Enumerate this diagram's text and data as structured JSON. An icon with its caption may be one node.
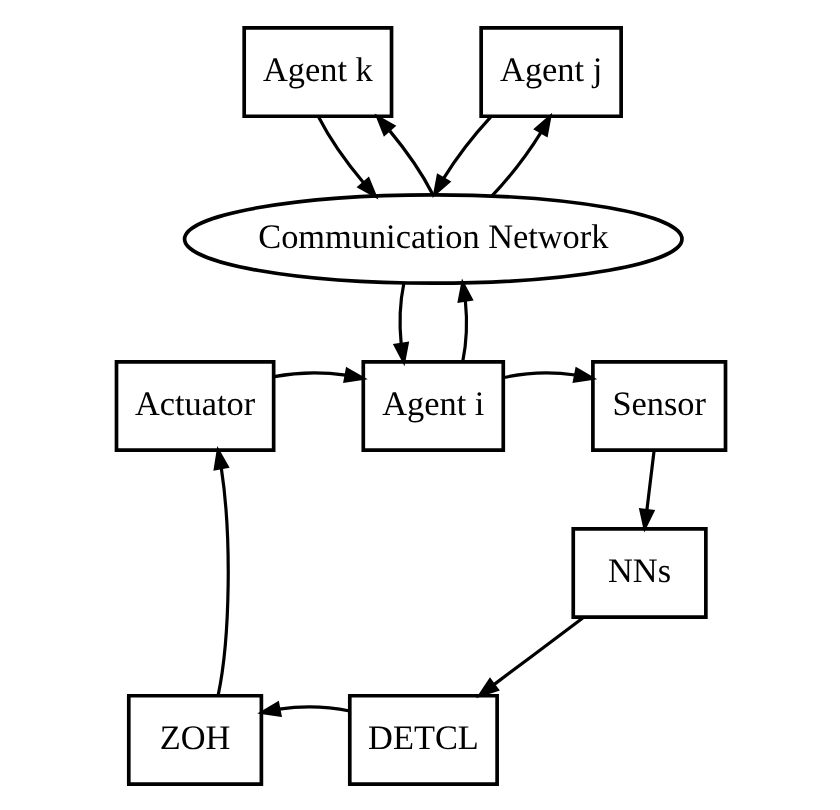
{
  "diagram": {
    "nodes": [
      {
        "text": [
          "Agent k"
        ]
      },
      {
        "text": [
          "Agent j"
        ]
      },
      {
        "text": [
          "Communication Network"
        ]
      },
      {
        "text": [
          "Actuator"
        ]
      },
      {
        "text": [
          "Agent i"
        ]
      },
      {
        "text": [
          "Sensor"
        ]
      },
      {
        "text": [
          "NNs"
        ]
      },
      {
        "text": [
          "ZOH"
        ]
      },
      {
        "text": [
          "DETCL"
        ]
      }
    ],
    "edges": [
      {
        "from": 0,
        "to": 2,
        "arrow": "to"
      },
      {
        "from": 2,
        "to": 0,
        "arrow": "to"
      },
      {
        "from": 1,
        "to": 2,
        "arrow": "to"
      },
      {
        "from": 2,
        "to": 1,
        "arrow": "to"
      },
      {
        "from": 2,
        "to": 4,
        "arrow": "to"
      },
      {
        "from": 4,
        "to": 2,
        "arrow": "to"
      },
      {
        "from": 3,
        "to": 4,
        "arrow": "to"
      },
      {
        "from": 4,
        "to": 5,
        "arrow": "to"
      },
      {
        "from": 5,
        "to": 6,
        "arrow": "to"
      },
      {
        "from": 6,
        "to": 8,
        "arrow": "to"
      },
      {
        "from": 8,
        "to": 7,
        "arrow": "to"
      },
      {
        "from": 7,
        "to": 3,
        "arrow": "to"
      }
    ]
  }
}
